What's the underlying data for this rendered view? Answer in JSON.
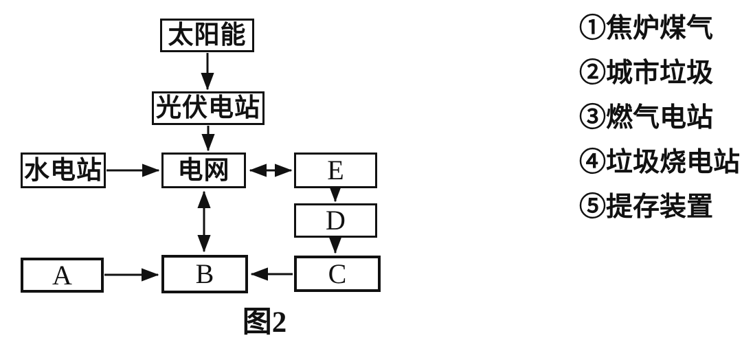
{
  "diagram": {
    "caption": "图2",
    "nodes": {
      "solar": "太阳能",
      "pv_station": "光伏电站",
      "hydro_station": "水电站",
      "grid": "电网",
      "node_e": "E",
      "node_d": "D",
      "node_c": "C",
      "node_b": "B",
      "node_a": "A"
    },
    "edges": [
      {
        "from": "太阳能",
        "to": "光伏电站",
        "type": "arrow"
      },
      {
        "from": "光伏电站",
        "to": "电网",
        "type": "arrow"
      },
      {
        "from": "水电站",
        "to": "电网",
        "type": "arrow"
      },
      {
        "from": "电网",
        "to": "E",
        "type": "double-arrow"
      },
      {
        "from": "E",
        "to": "D",
        "type": "arrow"
      },
      {
        "from": "D",
        "to": "C",
        "type": "arrow"
      },
      {
        "from": "C",
        "to": "B",
        "type": "arrow"
      },
      {
        "from": "A",
        "to": "B",
        "type": "arrow"
      },
      {
        "from": "电网",
        "to": "B",
        "type": "double-arrow"
      }
    ]
  },
  "legend": {
    "items": [
      "①焦炉煤气",
      "②城市垃圾",
      "③燃气电站",
      "④垃圾烧电站",
      "⑤提存装置"
    ]
  },
  "colors": {
    "ink": "#111111",
    "background": "#ffffff"
  }
}
